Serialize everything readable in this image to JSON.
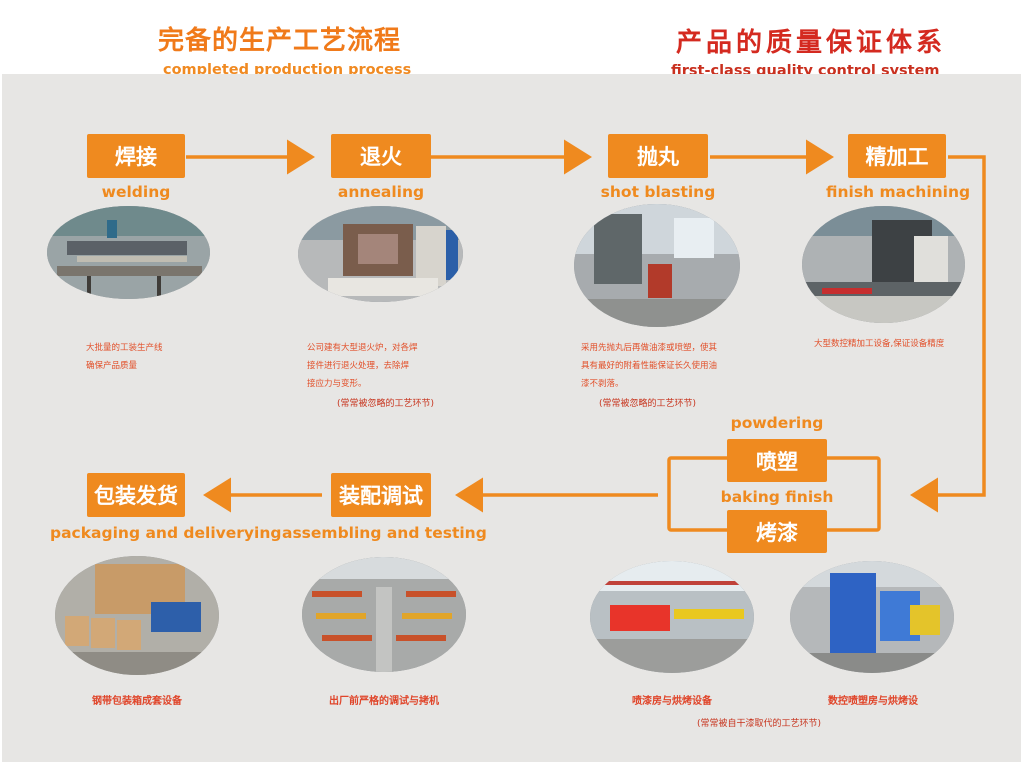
{
  "header": {
    "left_title": "完备的生产工艺流程",
    "left_subtitle": "completed production process",
    "right_title": "产品的质量保证体系",
    "right_subtitle": "first-class quality control system"
  },
  "steps": {
    "welding": {
      "label": "焊接",
      "english": "welding",
      "description": [
        "大批量的工装生产线",
        "确保产品质量"
      ]
    },
    "annealing": {
      "label": "退火",
      "english": "annealing",
      "description": [
        "公司建有大型退火炉，对各焊",
        "接件进行退火处理，去除焊",
        "接应力与变形。"
      ],
      "note": "(常常被忽略的工艺环节)"
    },
    "shot_blasting": {
      "label": "抛丸",
      "english": "shot blasting",
      "description": [
        "采用先抛丸后再做油漆或喷塑，使其",
        "具有最好的附着性能保证长久使用油",
        "漆不剥落。"
      ],
      "note": "(常常被忽略的工艺环节)"
    },
    "finish_machining": {
      "label": "精加工",
      "english": "finish machining",
      "description": [
        "大型数控精加工设备,保证设备精度"
      ]
    },
    "powdering": {
      "label": "喷塑",
      "english": "powdering"
    },
    "baking": {
      "label": "烤漆",
      "english": "baking finish"
    },
    "assembling": {
      "label": "装配调试",
      "english": "assembling and testing",
      "caption": "出厂前严格的调试与拷机"
    },
    "packaging": {
      "label": "包装发货",
      "english": "packaging and deliverying",
      "caption": "钢带包装箱成套设备"
    }
  },
  "bottom_captions": {
    "spray_room": "喷漆房与烘烤设备",
    "cnc_room": "数控喷塑房与烘烤设",
    "note": "(常常被自干漆取代的工艺环节)"
  },
  "colors": {
    "accent": "#ef8a1f",
    "title_orange": "#f07a1a",
    "title_red": "#d42a20",
    "panel_bg": "#e7e6e4",
    "text_red": "#e2502a"
  }
}
